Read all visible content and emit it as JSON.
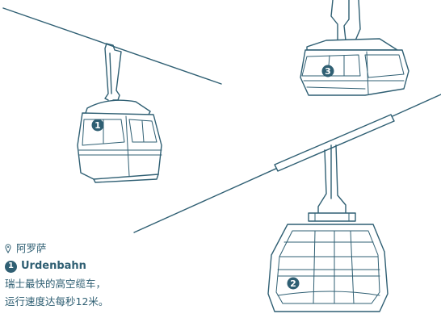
{
  "caption": {
    "location": "阿罗萨",
    "item_number": "1",
    "item_name": "Urdenbahn",
    "description_line1": "瑞士最快的高空缆车，",
    "description_line2": "运行速度达每秒12米。"
  },
  "cabins": [
    {
      "label": "1"
    },
    {
      "label": "2"
    },
    {
      "label": "3"
    }
  ],
  "colors": {
    "ink": "#2f5f73",
    "background": "#ffffff"
  },
  "icons": {
    "location": "location-pin-icon"
  }
}
